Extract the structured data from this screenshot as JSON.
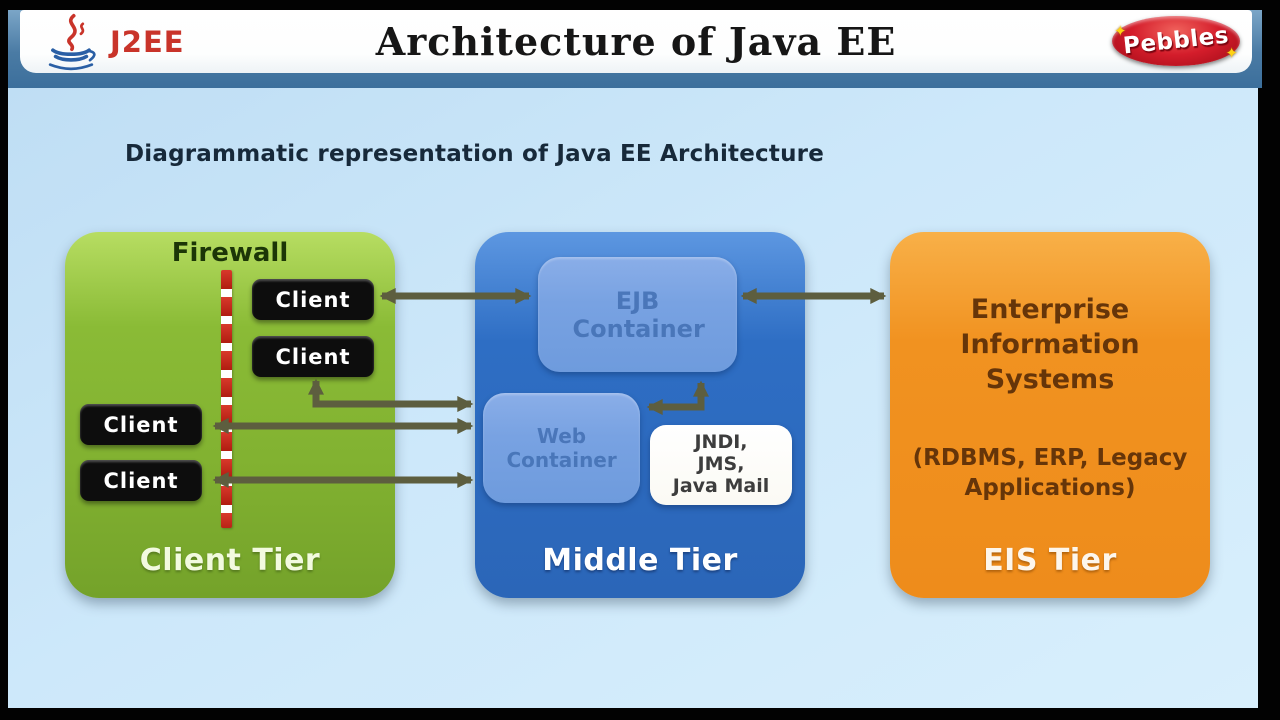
{
  "header": {
    "j2ee_label": "J2EE",
    "title": "Architecture of Java EE",
    "brand_label": "Pebbles"
  },
  "subtitle": "Diagrammatic representation of Java EE Architecture",
  "tiers": {
    "client": {
      "firewall_label": "Firewall",
      "clients": [
        "Client",
        "Client",
        "Client",
        "Client"
      ],
      "label": "Client Tier"
    },
    "middle": {
      "ejb_label": "EJB Container",
      "web_label": "Web Container",
      "services_label": "JNDI, JMS, Java Mail",
      "label": "Middle Tier"
    },
    "eis": {
      "name": "Enterprise Information Systems",
      "examples": "(RDBMS, ERP, Legacy Applications)",
      "label": "EIS Tier"
    }
  },
  "icons": {
    "sparkle": "✦"
  },
  "colors": {
    "tier_green": "#8abb36",
    "tier_blue": "#2e6ec4",
    "tier_orange": "#f19220",
    "inner_box_blue": "#78a2e2",
    "inner_box_text": "#3f6cb0",
    "client_box_black": "#0d0d0d",
    "arrow_olive": "#5d5e3f",
    "firewall_red": "#b01d10",
    "header_steel_blue": "#4a7ba4",
    "background_blue": "#cde8fa",
    "j2ee_red": "#c9342a",
    "pebbles_red": "#d41d2b",
    "star_yellow": "#ffd314",
    "title_color": "#161616",
    "subtitle_color": "#17293a",
    "eis_text_brown": "#663509"
  }
}
